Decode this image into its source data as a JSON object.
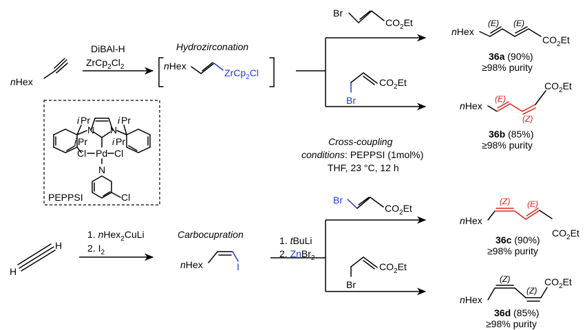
{
  "reagents": {
    "hz_1": "DiBAl-H",
    "hz_2_a": "ZrCp",
    "hz_2_b": "2",
    "hz_2_c": "Cl",
    "hz_2_d": "2",
    "cc_1": "1. ",
    "cc_1_b": "n",
    "cc_1_c": "Hex",
    "cc_1_d": "2",
    "cc_1_e": "CuLi",
    "cc_2": "2. I",
    "cc_2_b": "2",
    "tm_1": "1. ",
    "tm_1_b": "t",
    "tm_1_c": "BuLi",
    "tm_2": "2. ",
    "tm_2_b": "Zn",
    "tm_2_c": "Br",
    "tm_2_d": "2"
  },
  "titles": {
    "hydrozirconation": "Hydrozirconation",
    "carbocupration": "Carbocupration",
    "cross_coupling_1": "Cross-coupling",
    "cross_coupling_2_a": "conditions",
    "cross_coupling_2_b": ": PEPPSI (1mol%)",
    "cross_coupling_3": "THF, 23 °C, 12 h"
  },
  "atoms": {
    "n": "n",
    "hex": "Hex",
    "zrcp": "ZrCp",
    "sub2": "2",
    "cl": "Cl",
    "i": "I",
    "br": "Br",
    "co2et_a": "CO",
    "co2et_b": "2",
    "co2et_c": "Et",
    "h": "H",
    "ipr_i": "i",
    "ipr_pr": "Pr",
    "pd": "Pd",
    "nn": "N",
    "peppsi": "PEPPSI",
    "e_label": "(E)",
    "z_label": "(Z)"
  },
  "products": [
    {
      "id": "36a",
      "yield": " (90%)",
      "purity": "≥98% purity"
    },
    {
      "id": "36b",
      "yield": " (85%)",
      "purity": "≥98% purity"
    },
    {
      "id": "36c",
      "yield": " (90%)",
      "purity": "≥98% purity"
    },
    {
      "id": "36d",
      "yield": " (85%)",
      "purity": "≥98% purity"
    }
  ],
  "colors": {
    "accent_blue": "#1f3bd6",
    "accent_red": "#e0201c"
  }
}
